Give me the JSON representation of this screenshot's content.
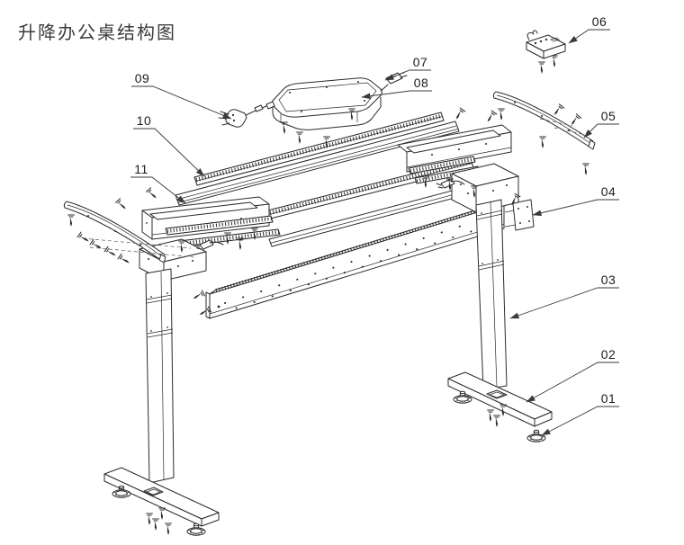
{
  "title": "升降办公桌结构图",
  "diagram": {
    "callouts": [
      {
        "label": "01"
      },
      {
        "label": "02"
      },
      {
        "label": "03"
      },
      {
        "label": "04"
      },
      {
        "label": "05"
      },
      {
        "label": "06"
      },
      {
        "label": "07"
      },
      {
        "label": "08"
      },
      {
        "label": "09"
      },
      {
        "label": "10"
      },
      {
        "label": "11"
      }
    ]
  },
  "colors": {
    "background": "#ffffff",
    "line": "#2b2b2b",
    "label_text": "#1c1c1c",
    "title_text": "#3c3c3c"
  }
}
